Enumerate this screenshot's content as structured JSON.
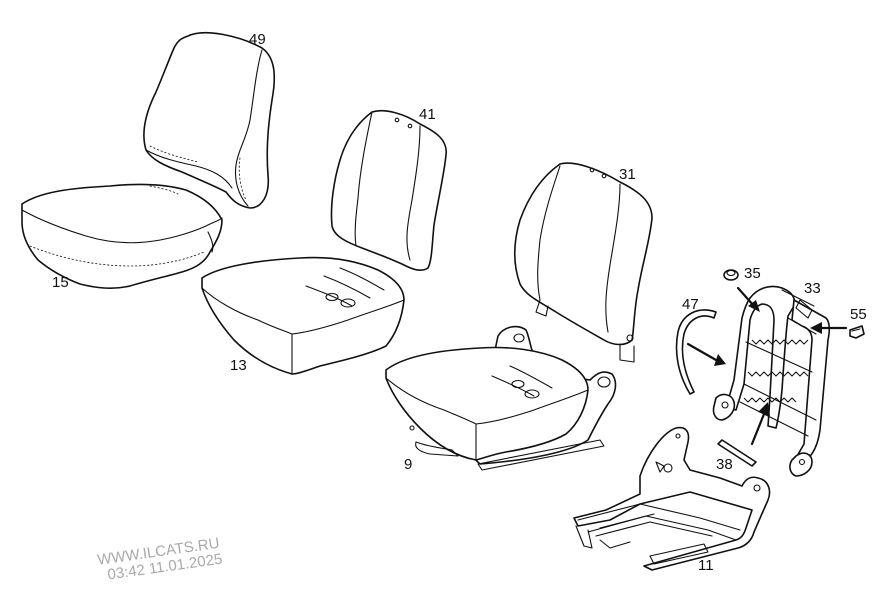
{
  "parts": [
    {
      "id": "p49",
      "label": "49"
    },
    {
      "id": "p15",
      "label": "15"
    },
    {
      "id": "p41",
      "label": "41"
    },
    {
      "id": "p13",
      "label": "13"
    },
    {
      "id": "p31",
      "label": "31"
    },
    {
      "id": "p9",
      "label": "9"
    },
    {
      "id": "p35",
      "label": "35"
    },
    {
      "id": "p33",
      "label": "33"
    },
    {
      "id": "p47",
      "label": "47"
    },
    {
      "id": "p55",
      "label": "55"
    },
    {
      "id": "p38",
      "label": "38"
    },
    {
      "id": "p11",
      "label": "11"
    }
  ],
  "watermark": {
    "line1": "WWW.ILCATS.RU",
    "line2": "03:42 11.01.2025",
    "color": "#a9a9a9"
  },
  "colors": {
    "line": "#111111",
    "background": "#ffffff"
  }
}
